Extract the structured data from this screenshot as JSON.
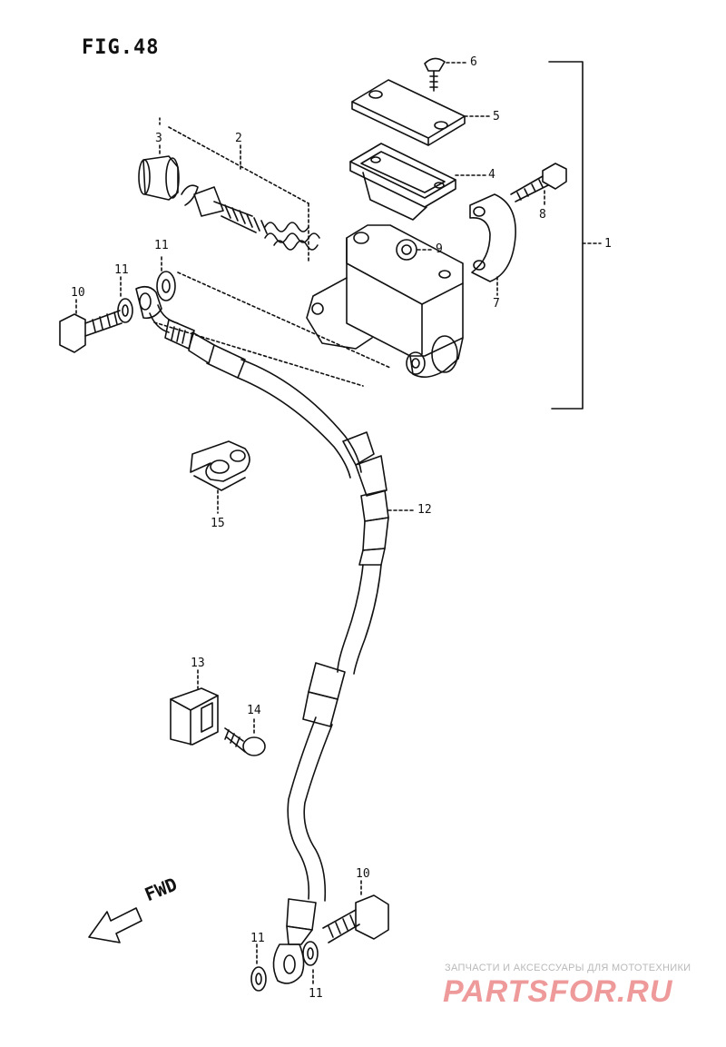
{
  "figure": {
    "title": "FIG.48"
  },
  "direction_label": "FWD",
  "callouts": [
    {
      "id": "c1",
      "text": "1"
    },
    {
      "id": "c2",
      "text": "2"
    },
    {
      "id": "c3",
      "text": "3"
    },
    {
      "id": "c4",
      "text": "4"
    },
    {
      "id": "c5",
      "text": "5"
    },
    {
      "id": "c6",
      "text": "6"
    },
    {
      "id": "c7",
      "text": "7"
    },
    {
      "id": "c8",
      "text": "8"
    },
    {
      "id": "c9",
      "text": "9"
    },
    {
      "id": "c10a",
      "text": "10"
    },
    {
      "id": "c10b",
      "text": "10"
    },
    {
      "id": "c11a",
      "text": "11"
    },
    {
      "id": "c11b",
      "text": "11"
    },
    {
      "id": "c11c",
      "text": "11"
    },
    {
      "id": "c11d",
      "text": "11"
    },
    {
      "id": "c12",
      "text": "12"
    },
    {
      "id": "c13",
      "text": "13"
    },
    {
      "id": "c14",
      "text": "14"
    },
    {
      "id": "c15",
      "text": "15"
    }
  ],
  "watermark": {
    "tagline": "ЗАПЧАСТИ И АКСЕССУАРЫ ДЛЯ МОТОТЕХНИКИ",
    "logo": "PARTSFOR.RU",
    "logo_color": "#ef9a9a"
  }
}
